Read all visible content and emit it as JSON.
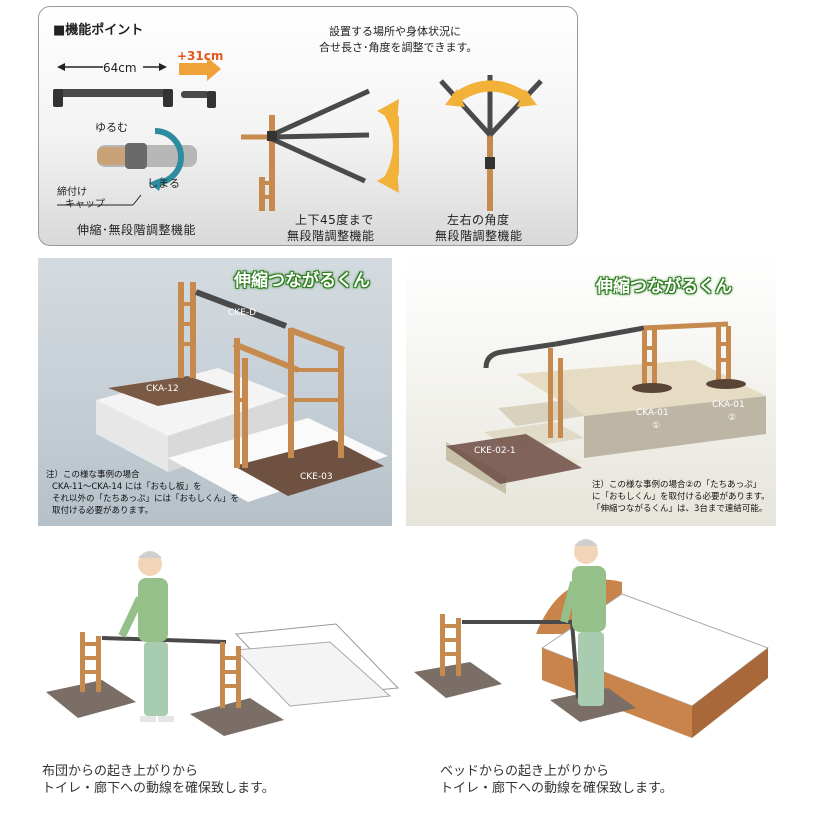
{
  "top_panel": {
    "heading": "■機能ポイント",
    "width_label": "64cm",
    "extension_label": "+31cm",
    "loosen_label": "ゆるむ",
    "tighten_label": "しまる",
    "cap_label_1": "締付け",
    "cap_label_2": "キャップ",
    "left_caption": "伸縮･無段階調整機能",
    "desc_line_1": "設置する場所や身体状況に",
    "desc_line_2": "合せ長さ･角度を調整できます。",
    "mid_caption_1": "上下45度まで",
    "mid_caption_2": "無段階調整機能",
    "right_caption_1": "左右の角度",
    "right_caption_2": "無段階調整機能"
  },
  "photo_left": {
    "banner": "伸縮つながるくん",
    "labels": [
      "CKE-D",
      "CKA-12",
      "CKE-03"
    ],
    "note_lines": [
      "注）この様な事例の場合",
      "CKA-11〜CKA-14 には「おもし板」を",
      "それ以外の「たちあっぷ」には「おもしくん」を",
      "取付ける必要があります。"
    ]
  },
  "photo_right": {
    "banner": "伸縮つながるくん",
    "labels": [
      "CKA-01",
      "①",
      "CKA-01",
      "②",
      "CKE-02-1"
    ],
    "note_lines": [
      "注）この様な事例の場合②の「たちあっぷ」",
      "に「おもしくん」を取付ける必要があります。",
      "「伸縮つながるくん」は、3台まで連結可能。"
    ]
  },
  "bottom": {
    "left_caption_1": "布団からの起き上がりから",
    "left_caption_2": "トイレ・廊下への動線を確保致します。",
    "right_caption_1": "ベッドからの起き上がりから",
    "right_caption_2": "トイレ・廊下への動線を確保致します。"
  },
  "colors": {
    "orange": "#e8872a",
    "rail_wood": "#c78a4e",
    "rail_dark": "#4a4a4a",
    "banner_green": "#2b7d1d",
    "base_brown": "#7a5a45"
  }
}
